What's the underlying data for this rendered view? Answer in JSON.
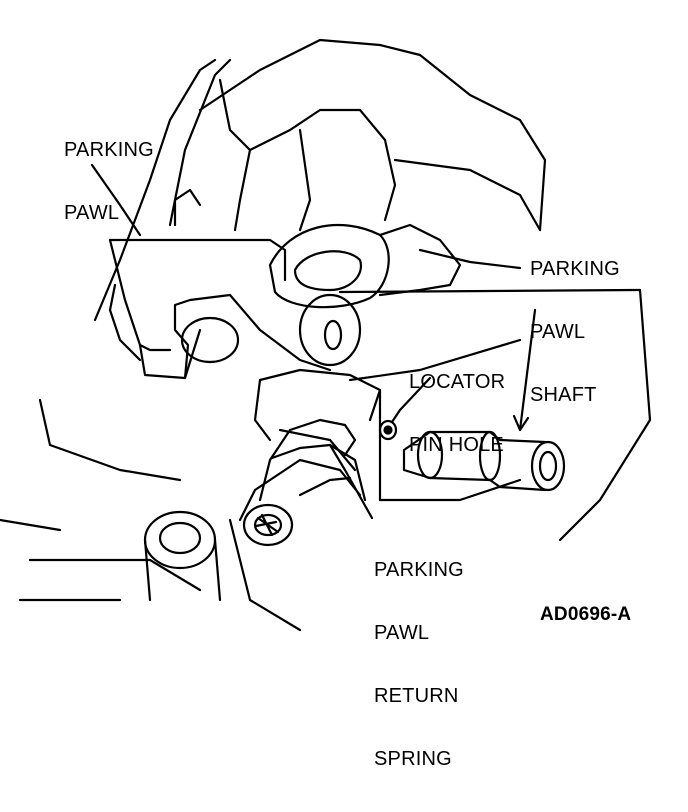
{
  "colors": {
    "ink": "#000000",
    "paper": "#ffffff"
  },
  "labels": {
    "parking_pawl": {
      "line1": "PARKING",
      "line2": "PAWL"
    },
    "parking_pawl_shaft": {
      "line1": "PARKING",
      "line2": "PAWL",
      "line3": "SHAFT"
    },
    "locator_pin_hole": {
      "line1": "LOCATOR",
      "line2": "PIN HOLE"
    },
    "return_spring": {
      "line1": "PARKING",
      "line2": "PAWL",
      "line3": "RETURN",
      "line4": "SPRING"
    }
  },
  "figure_code": "AD0696-A"
}
